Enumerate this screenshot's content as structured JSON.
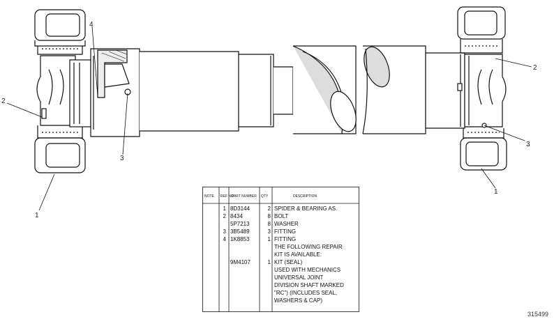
{
  "callouts": {
    "c1_left": "1",
    "c2_left": "2",
    "c3_left": "3",
    "c4_top": "4",
    "c2_right": "2",
    "c3_right": "3",
    "c1_right": "1"
  },
  "table": {
    "headers": {
      "note": "NOTE",
      "ref": "REF NO",
      "part": "PART NUMBER",
      "qty": "QTY",
      "desc": "DESCRIPTION"
    },
    "rows": [
      {
        "ref": "1",
        "part": "8D3144",
        "qty": "2",
        "desc": "SPIDER & BEARING AS."
      },
      {
        "ref": "2",
        "part": "8434",
        "qty": "8",
        "desc": "BOLT"
      },
      {
        "ref": "",
        "part": "5P7213",
        "qty": "8",
        "desc": "WASHER"
      },
      {
        "ref": "3",
        "part": "3B5489",
        "qty": "3",
        "desc": "FITTING"
      },
      {
        "ref": "4",
        "part": "1K8853",
        "qty": "1",
        "desc": "FITTING"
      },
      {
        "ref": "",
        "part": "",
        "qty": "",
        "desc": "THE FOLLOWING REPAIR"
      },
      {
        "ref": "",
        "part": "",
        "qty": "",
        "desc": "KIT IS AVAILABLE:"
      },
      {
        "ref": "",
        "part": "9M4107",
        "qty": "1",
        "desc": "KIT (SEAL)"
      },
      {
        "ref": "",
        "part": "",
        "qty": "",
        "desc": "USED WITH MECHANICS"
      },
      {
        "ref": "",
        "part": "",
        "qty": "",
        "desc": "UNIVERSAL JOINT"
      },
      {
        "ref": "",
        "part": "",
        "qty": "",
        "desc": "DIVISION SHAFT MARKED"
      },
      {
        "ref": "",
        "part": "",
        "qty": "",
        "desc": "\"RC\") (INCLUDES SEAL,"
      },
      {
        "ref": "",
        "part": "",
        "qty": "",
        "desc": "WASHERS & CAP)"
      }
    ]
  },
  "image_id": "315499"
}
